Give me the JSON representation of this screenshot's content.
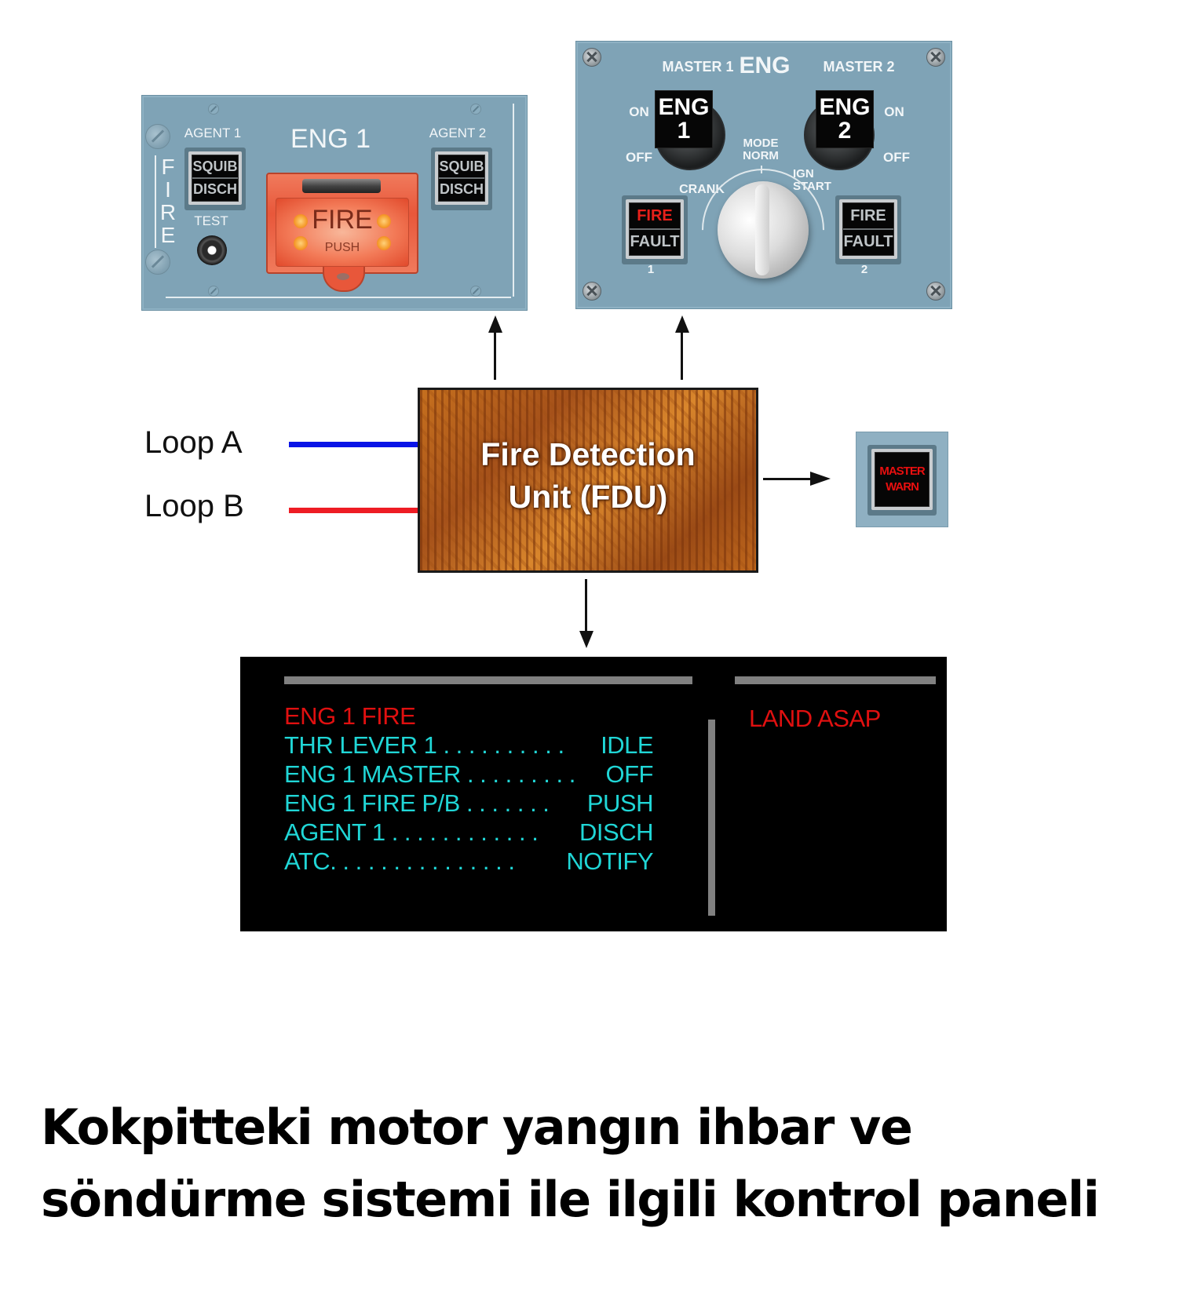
{
  "fire_panel": {
    "side_label": "FIRE",
    "title": "ENG 1",
    "agent1_label": "AGENT 1",
    "agent2_label": "AGENT 2",
    "agent1_button": {
      "top": "SQUIB",
      "bottom": "DISCH"
    },
    "agent2_button": {
      "top": "SQUIB",
      "bottom": "DISCH"
    },
    "test_label": "TEST",
    "fire_pushbutton": {
      "top": "FIRE",
      "bottom": "PUSH"
    }
  },
  "eng_panel": {
    "title": "ENG",
    "master1_label": "MASTER 1",
    "master2_label": "MASTER 2",
    "switch1": {
      "line1": "ENG",
      "line2": "1"
    },
    "switch2": {
      "line1": "ENG",
      "line2": "2"
    },
    "on_label": "ON",
    "off_label": "OFF",
    "mode_label_1": "MODE",
    "mode_label_2": "NORM",
    "crank_label": "CRANK",
    "ign_label_1": "IGN",
    "ign_label_2": "START",
    "fire_fault_1": {
      "top": "FIRE",
      "bottom": "FAULT",
      "number": "1",
      "fire_color": "#e8201a"
    },
    "fire_fault_2": {
      "top": "FIRE",
      "bottom": "FAULT",
      "number": "2"
    }
  },
  "fdu": {
    "line1": "Fire Detection",
    "line2": "Unit (FDU)"
  },
  "loops": [
    {
      "label": "Loop A",
      "color": "#0a14e6"
    },
    {
      "label": "Loop B",
      "color": "#ee1c24"
    }
  ],
  "master_warn": {
    "line1": "MASTER",
    "line2": "WARN"
  },
  "ecam": {
    "title": "ENG 1 FIRE",
    "procedures": [
      {
        "item": "THR LEVER 1",
        "dots": " . . . . . . . . . . ",
        "action": "IDLE"
      },
      {
        "item": "ENG 1 MASTER",
        "dots": " . . . . . . . . . ",
        "action": "OFF"
      },
      {
        "item": "ENG 1 FIRE P/B",
        "dots": " . . . . . . . ",
        "action": "PUSH"
      },
      {
        "item": "AGENT 1",
        "dots": " . . . . . . . . . . . . ",
        "action": "DISCH"
      },
      {
        "item": "ATC",
        "dots": ". . . . . . . . . . . . . . . ",
        "action": "NOTIFY"
      }
    ],
    "status_message": "LAND ASAP"
  },
  "caption": {
    "line1": "Kokpitteki motor yangın ihbar ve",
    "line2": "söndürme sistemi ile ilgili kontrol paneli"
  }
}
